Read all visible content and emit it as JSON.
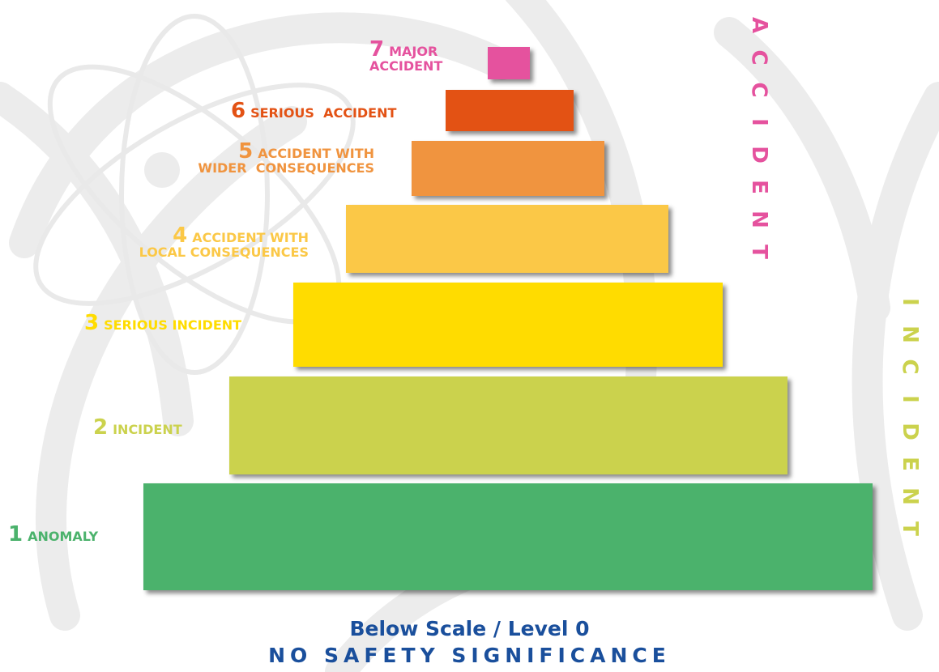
{
  "levels": [
    {
      "num": "7",
      "text1": "MAJOR",
      "text2": "ACCIDENT",
      "color": "#e5529e"
    },
    {
      "num": "6",
      "text1": "SERIOUS  ACCIDENT",
      "text2": "",
      "color": "#e35214"
    },
    {
      "num": "5",
      "text1": "ACCIDENT WITH",
      "text2": "WIDER  CONSEQUENCES",
      "color": "#f0943f"
    },
    {
      "num": "4",
      "text1": "ACCIDENT WITH",
      "text2": "LOCAL CONSEQUENCES",
      "color": "#fbc847"
    },
    {
      "num": "3",
      "text1": "SERIOUS INCIDENT",
      "text2": "",
      "color": "#ffdc00"
    },
    {
      "num": "2",
      "text1": "INCIDENT",
      "text2": "",
      "color": "#cbd24d"
    },
    {
      "num": "1",
      "text1": "ANOMALY",
      "text2": "",
      "color": "#4bb26c"
    }
  ],
  "side_labels": {
    "accident": "ACCIDENT",
    "incident": "INCIDENT",
    "accident_color": "#e5529e",
    "incident_color": "#cbd24d"
  },
  "footer": {
    "title": "Below Scale / Level 0",
    "subtitle": "NO SAFETY SIGNIFICANCE",
    "color": "#1a4f9c"
  }
}
